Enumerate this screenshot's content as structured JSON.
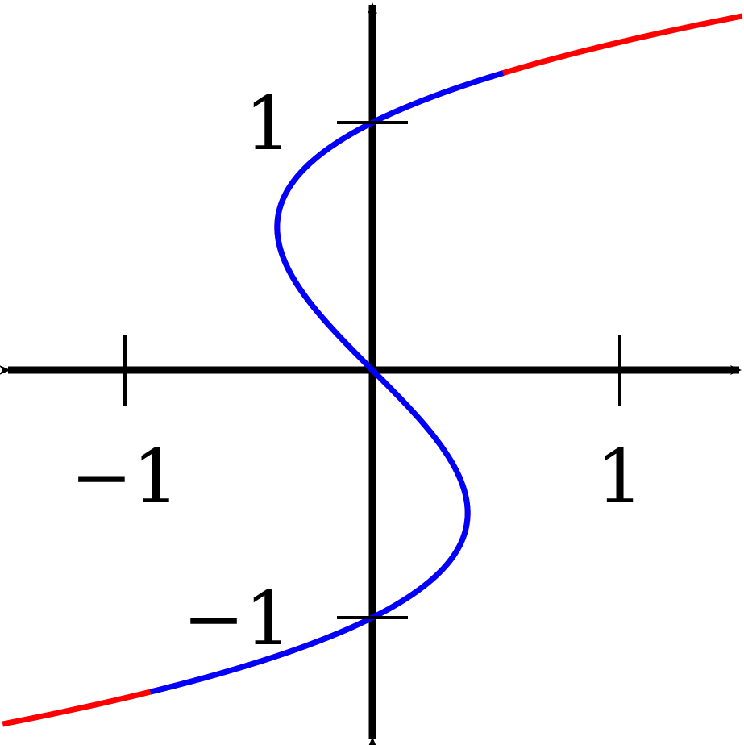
{
  "chart_data": {
    "type": "line",
    "title": "",
    "xlabel": "",
    "ylabel": "",
    "xlim": [
      -1.5,
      1.5
    ],
    "ylim": [
      -1.5,
      1.5
    ],
    "grid": false,
    "x_ticks": [
      {
        "value": -1,
        "label": "−1"
      },
      {
        "value": 1,
        "label": "1"
      }
    ],
    "y_ticks": [
      {
        "value": 1,
        "label": "1"
      },
      {
        "value": -1,
        "label": "−1"
      }
    ],
    "curve_relation": "x = y^3 - y",
    "series": [
      {
        "color": "#ff0000",
        "y_range": [
          -1.43,
          1.43
        ]
      },
      {
        "color": "#0000ff",
        "y_range": [
          -1.3,
          1.2
        ]
      }
    ],
    "axis_color": "#000000"
  }
}
